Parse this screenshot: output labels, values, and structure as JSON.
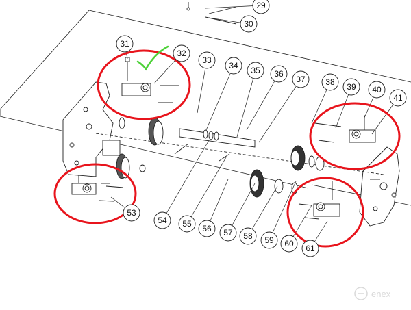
{
  "callouts": [
    {
      "n": "29"
    },
    {
      "n": "30"
    },
    {
      "n": "31"
    },
    {
      "n": "32"
    },
    {
      "n": "33"
    },
    {
      "n": "34"
    },
    {
      "n": "35"
    },
    {
      "n": "36"
    },
    {
      "n": "37"
    },
    {
      "n": "38"
    },
    {
      "n": "39"
    },
    {
      "n": "40"
    },
    {
      "n": "41"
    },
    {
      "n": "53"
    },
    {
      "n": "54"
    },
    {
      "n": "55"
    },
    {
      "n": "56"
    },
    {
      "n": "57"
    },
    {
      "n": "58"
    },
    {
      "n": "59"
    },
    {
      "n": "60"
    },
    {
      "n": "61"
    }
  ],
  "highlight_color": "#e8141c",
  "checkmark_color": "#4cd137",
  "watermark": {
    "text": "enex",
    "color": "#d9d9d9"
  }
}
